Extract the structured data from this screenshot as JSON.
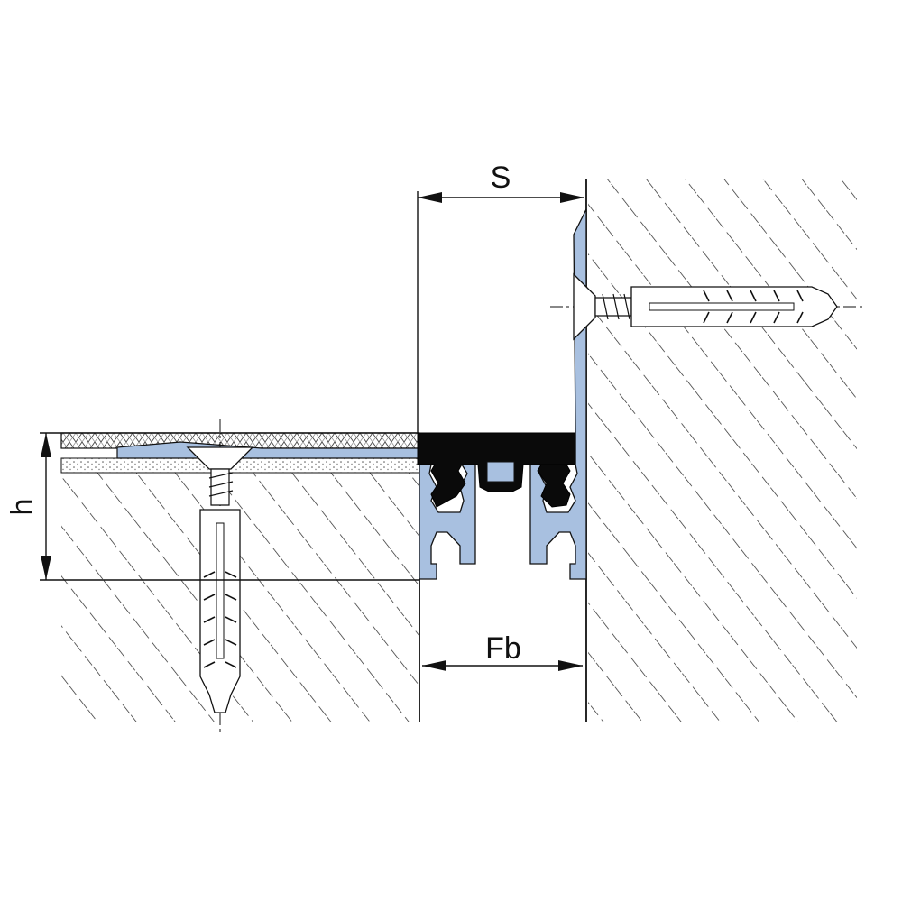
{
  "labels": {
    "s": "S",
    "fb": "Fb",
    "h": "h"
  },
  "colors": {
    "profile": "#a8c0e0",
    "insert": "#0a0a0a",
    "line": "#111111",
    "background": "#ffffff"
  }
}
